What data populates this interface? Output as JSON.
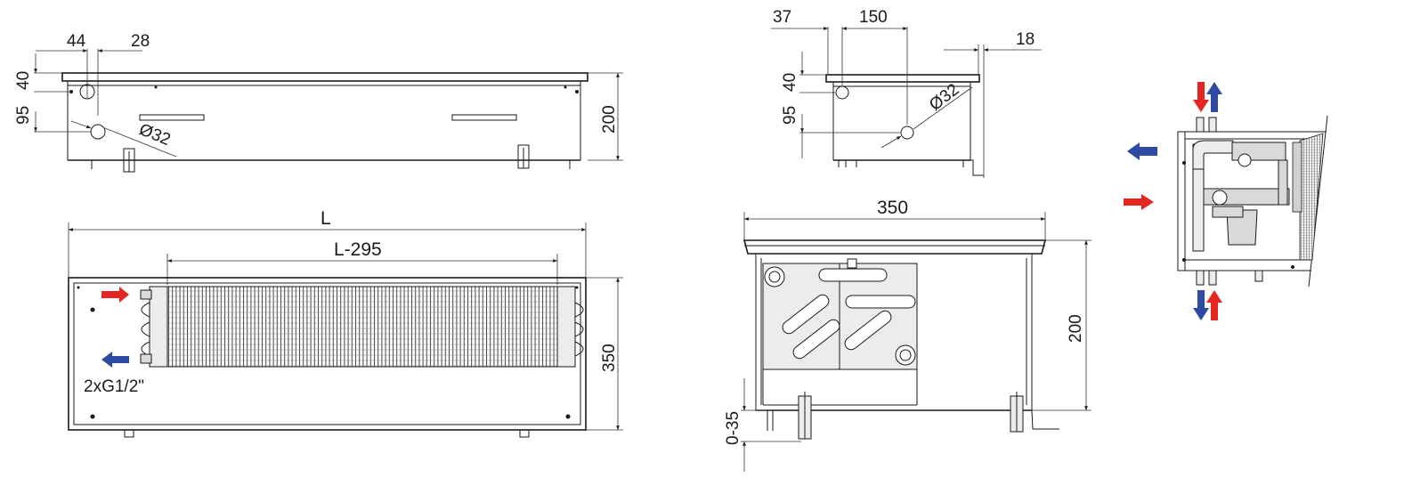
{
  "diagram": {
    "views": {
      "top_left": {
        "dim_44": "44",
        "dim_28": "28",
        "dim_95": "95",
        "dim_40": "40",
        "dim_d32": "Ø32",
        "dim_200": "200"
      },
      "bottom_left": {
        "dim_L": "L",
        "dim_L295": "L-295",
        "dim_350": "350",
        "connection": "2xG1/2\""
      },
      "top_middle": {
        "dim_37": "37",
        "dim_150": "150",
        "dim_18": "18",
        "dim_95": "95",
        "dim_40": "40",
        "dim_d32": "Ø32"
      },
      "bottom_middle": {
        "dim_350": "350",
        "dim_200": "200",
        "dim_035": "0-35"
      }
    },
    "colors": {
      "flow_supply": "#e42520",
      "flow_return": "#2e4aa3",
      "line": "#1a1a1a"
    }
  }
}
